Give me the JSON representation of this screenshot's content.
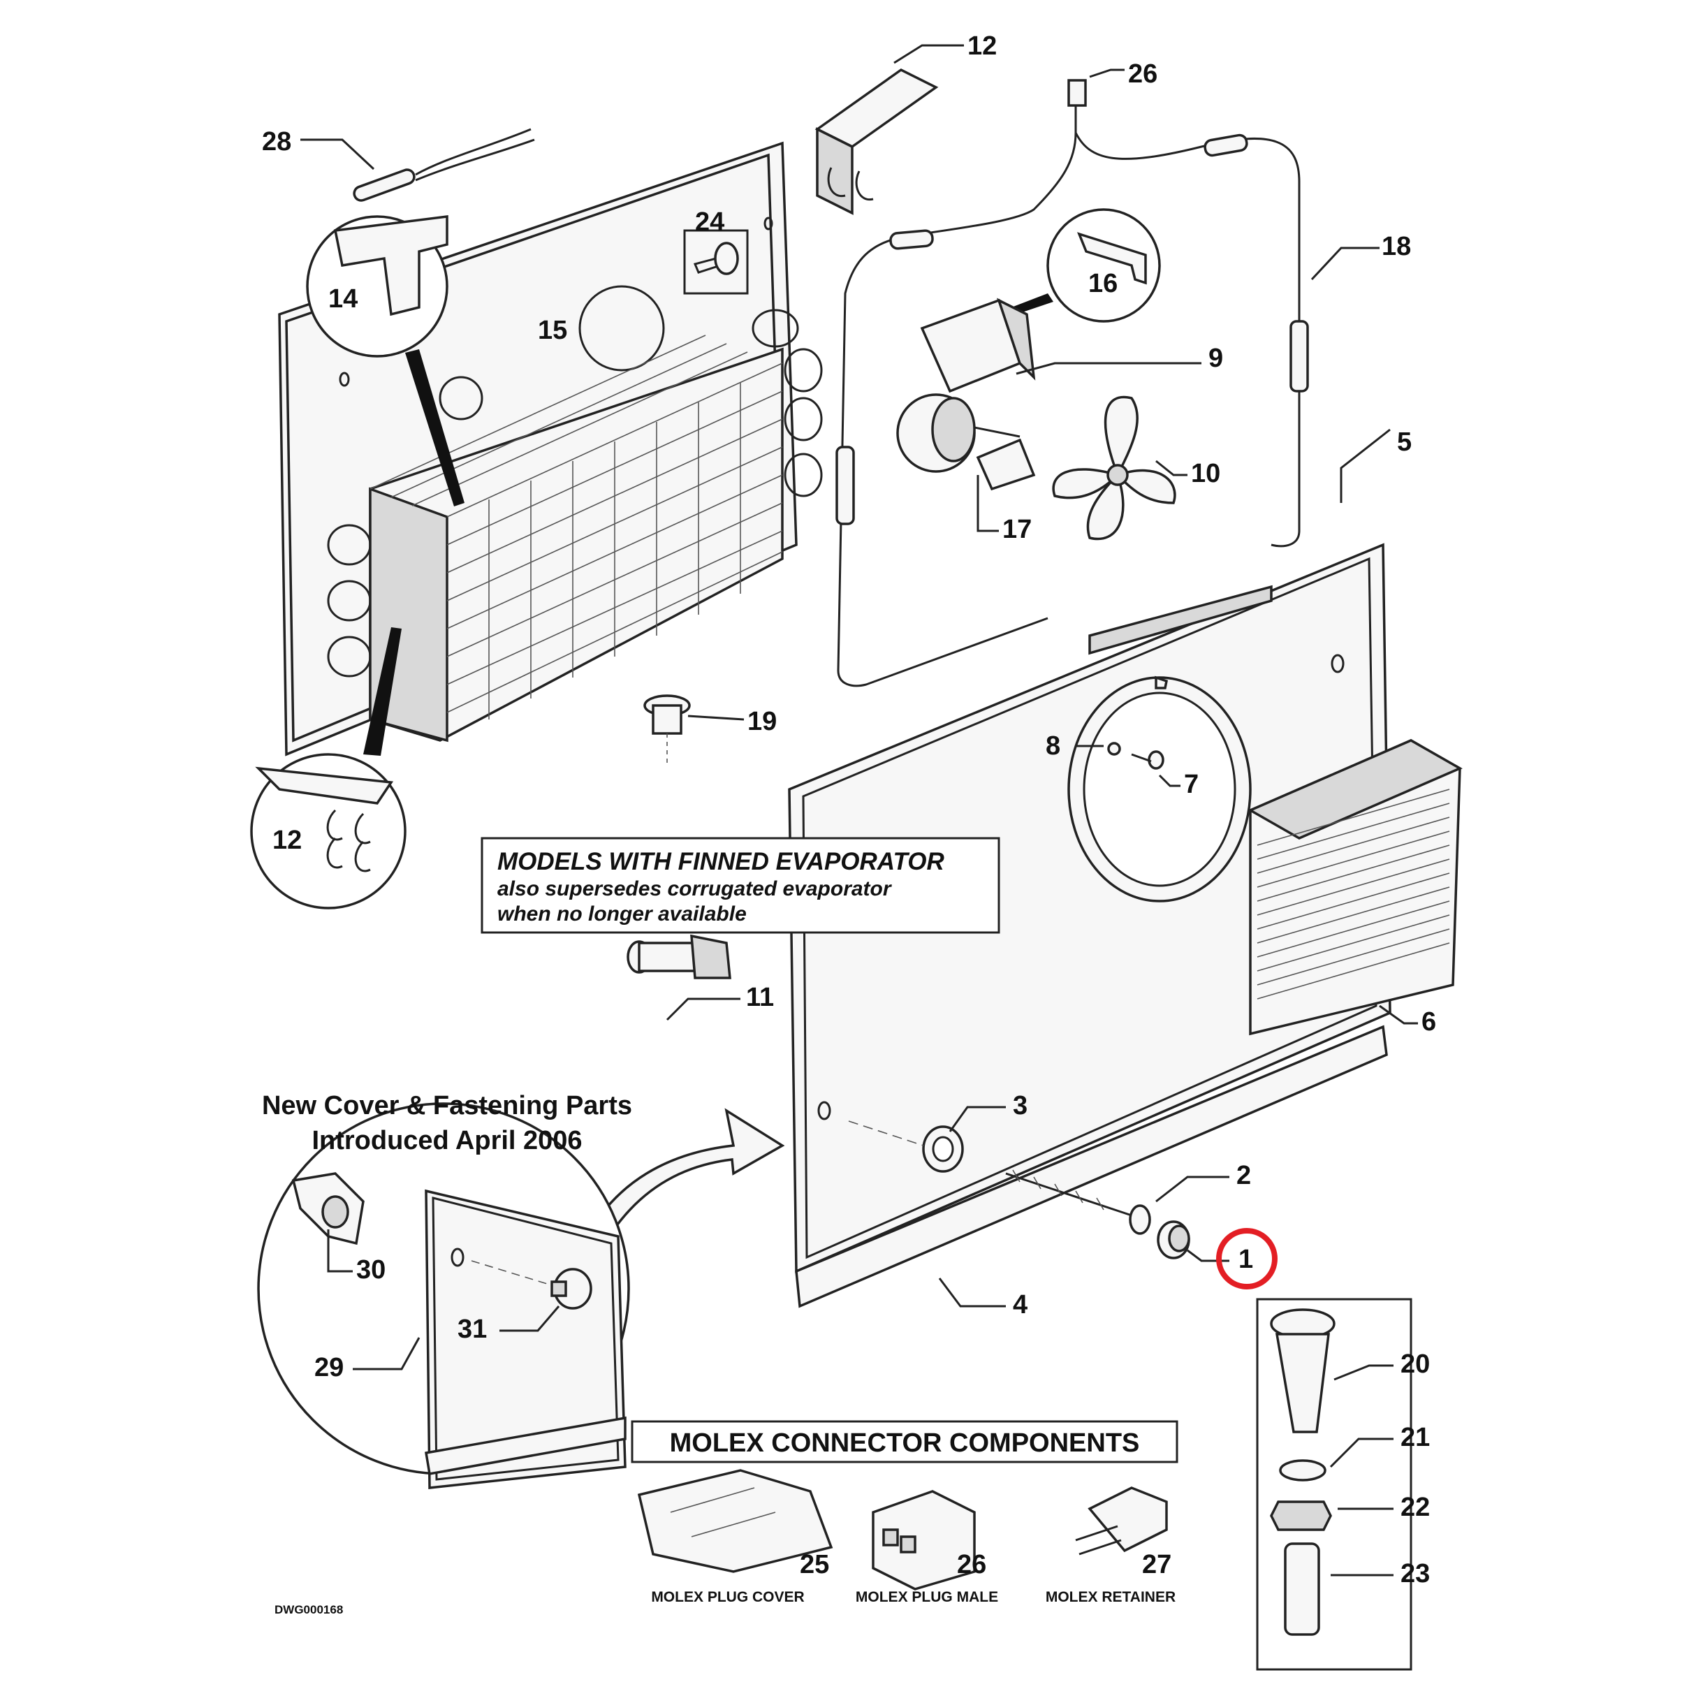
{
  "drawing_number": "DWG000168",
  "callouts": [
    {
      "id": "c12a",
      "text": "12"
    },
    {
      "id": "c26a",
      "text": "26"
    },
    {
      "id": "c28",
      "text": "28"
    },
    {
      "id": "c24",
      "text": "24"
    },
    {
      "id": "c18",
      "text": "18"
    },
    {
      "id": "c14",
      "text": "14"
    },
    {
      "id": "c16",
      "text": "16"
    },
    {
      "id": "c15",
      "text": "15"
    },
    {
      "id": "c9",
      "text": "9"
    },
    {
      "id": "c10",
      "text": "10"
    },
    {
      "id": "c17",
      "text": "17"
    },
    {
      "id": "c5",
      "text": "5"
    },
    {
      "id": "c19",
      "text": "19"
    },
    {
      "id": "c8",
      "text": "8"
    },
    {
      "id": "c7",
      "text": "7"
    },
    {
      "id": "c12b",
      "text": "12"
    },
    {
      "id": "c11",
      "text": "11"
    },
    {
      "id": "c6",
      "text": "6"
    },
    {
      "id": "c3",
      "text": "3"
    },
    {
      "id": "c2",
      "text": "2"
    },
    {
      "id": "c1",
      "text": "1"
    },
    {
      "id": "c30",
      "text": "30"
    },
    {
      "id": "c4",
      "text": "4"
    },
    {
      "id": "c31",
      "text": "31"
    },
    {
      "id": "c20",
      "text": "20"
    },
    {
      "id": "c29",
      "text": "29"
    },
    {
      "id": "c21",
      "text": "21"
    },
    {
      "id": "c22",
      "text": "22"
    },
    {
      "id": "c23",
      "text": "23"
    },
    {
      "id": "c25",
      "text": "25"
    },
    {
      "id": "c26b",
      "text": "26"
    },
    {
      "id": "c27",
      "text": "27"
    }
  ],
  "finned_note": {
    "title": "MODELS WITH FINNED EVAPORATOR",
    "line1": "also supersedes corrugated evaporator",
    "line2": "when no longer available"
  },
  "new_cover": {
    "line1": "New Cover & Fastening Parts",
    "line2": "Introduced April 2006"
  },
  "molex": {
    "title": "MOLEX CONNECTOR COMPONENTS",
    "plug_cover": "MOLEX PLUG COVER",
    "plug_male": "MOLEX PLUG MALE",
    "retainer": "MOLEX RETAINER"
  },
  "highlight": {
    "callout": "1",
    "color": "#e31e24"
  }
}
